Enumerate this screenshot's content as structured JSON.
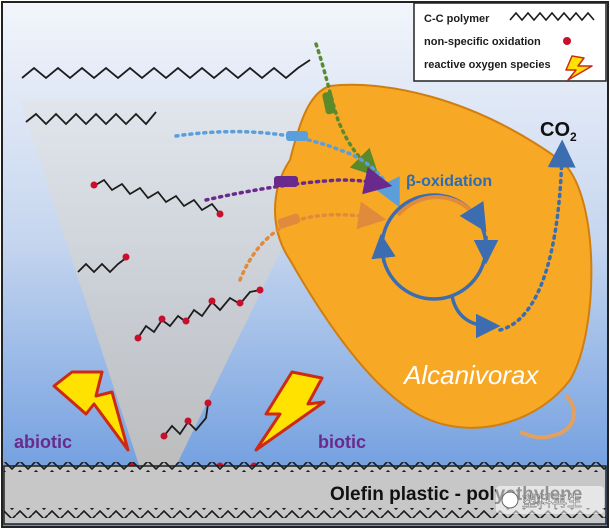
{
  "legend": {
    "items": [
      {
        "label": "C-C polymer",
        "icon": "zigzag-chain"
      },
      {
        "label": "non-specific oxidation",
        "icon": "red-dot"
      },
      {
        "label": "reactive oxygen species",
        "icon": "lightning-bolt"
      }
    ]
  },
  "labels": {
    "abiotic": "abiotic",
    "biotic": "biotic",
    "co2": "CO",
    "co2_sub": "2",
    "beta_oxidation": "β-oxidation",
    "organism": "Alcanivorax",
    "plastic": "Olefin plastic - polyethylene",
    "watermark": "塑料再生"
  },
  "colors": {
    "background_top": "#f2f5fb",
    "background_bottom": "#5f93dc",
    "cone": "#c5c5c5",
    "cell_fill": "#f7a825",
    "cell_stroke": "#d07e10",
    "cycle": "#3b6db0",
    "oxidation_dot": "#c8102e",
    "bolt": "#ffe200",
    "bolt_stroke": "#cc2a14",
    "text_purple": "#6a2a8c",
    "text_blue": "#2f6cb2",
    "arrow_green": "#5b8a2d",
    "arrow_blue": "#5a9fdb",
    "arrow_purple": "#6a2a8c",
    "arrow_orange": "#e08a3c"
  }
}
